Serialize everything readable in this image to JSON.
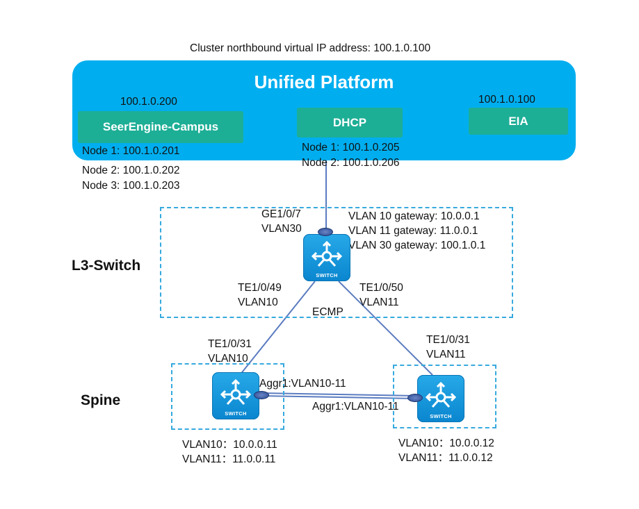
{
  "header": {
    "cluster_vip": "Cluster northbound virtual IP address: 100.1.0.100"
  },
  "platform": {
    "title": "Unified Platform",
    "services": {
      "seerengine": {
        "label": "SeerEngine-Campus",
        "vip": "100.1.0.200",
        "nodes": [
          "Node 1: 100.1.0.201",
          "Node 2: 100.1.0.202",
          "Node 3: 100.1.0.203"
        ]
      },
      "dhcp": {
        "label": "DHCP",
        "nodes": [
          "Node 1: 100.1.0.205",
          "Node 2: 100.1.0.206"
        ]
      },
      "eia": {
        "label": "EIA",
        "vip": "100.1.0.100"
      }
    }
  },
  "l3switch": {
    "label": "L3-Switch",
    "switch_caption": "SWITCH",
    "uplink": {
      "port": "GE1/0/7",
      "vlan": "VLAN30"
    },
    "gateways": [
      "VLAN 10 gateway: 10.0.0.1",
      "VLAN 11 gateway: 11.0.0.1",
      "VLAN 30 gateway: 100.1.0.1"
    ],
    "left_down": {
      "port": "TE1/0/49",
      "vlan": "VLAN10"
    },
    "right_down": {
      "port": "TE1/0/50",
      "vlan": "VLAN11"
    },
    "ecmp": "ECMP"
  },
  "spine": {
    "label": "Spine",
    "switch_caption": "SWITCH",
    "left": {
      "port": "TE1/0/31",
      "vlan": "VLAN10",
      "aggr": "Aggr1:VLAN10-11",
      "addr": [
        "VLAN10：10.0.0.11",
        "VLAN11：11.0.0.11"
      ]
    },
    "right": {
      "port": "TE1/0/31",
      "vlan": "VLAN11",
      "aggr": "Aggr1:VLAN10-11",
      "addr": [
        "VLAN10：10.0.0.12",
        "VLAN11：11.0.0.12"
      ]
    }
  },
  "colors": {
    "platform": "#00aeef",
    "service": "#1dae96",
    "zone_border": "#36a9de",
    "link": "#5b7cc0"
  }
}
